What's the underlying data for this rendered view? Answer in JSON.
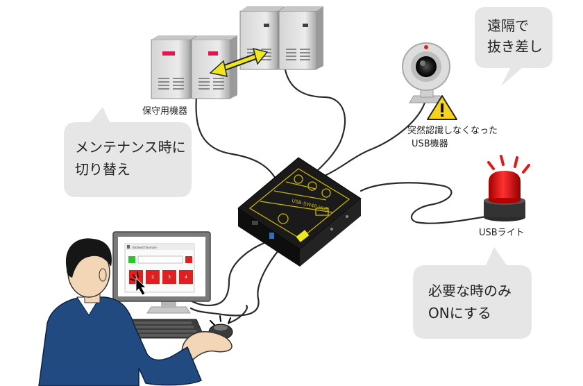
{
  "labels": {
    "maintenance_equipment": "保守用機器",
    "unstable_usb_line1": "突然認識しなくなった",
    "unstable_usb_line2": "USB機器",
    "usb_light": "USBライト"
  },
  "bubbles": {
    "remote_line1": "遠隔で",
    "remote_line2": "抜き差し",
    "maintenance_line1": "メンテナンス時に",
    "maintenance_line2": "切り替え",
    "on_demand_line1": "必要な時のみ",
    "on_demand_line2": "ONにする"
  },
  "device": {
    "panel_text": "USB-SW4P-HUB"
  },
  "monitor_app": {
    "title": "UsbSwitchSample",
    "buttons": [
      "1",
      "2",
      "3",
      "4"
    ]
  },
  "colors": {
    "bubble_fill": "#e6e6e6",
    "arrow_yellow": "#f0e61e",
    "light_red": "#e01818",
    "app_red": "#e02020",
    "app_green": "#22cc22",
    "device_body": "#1a1a1a",
    "device_trace": "#c8b400"
  },
  "icons": [
    "server-icon",
    "webcam-icon",
    "warning-icon",
    "usb-light-icon",
    "usb-switch-device-icon",
    "monitor-icon",
    "keyboard-icon",
    "mouse-icon",
    "person-icon"
  ]
}
